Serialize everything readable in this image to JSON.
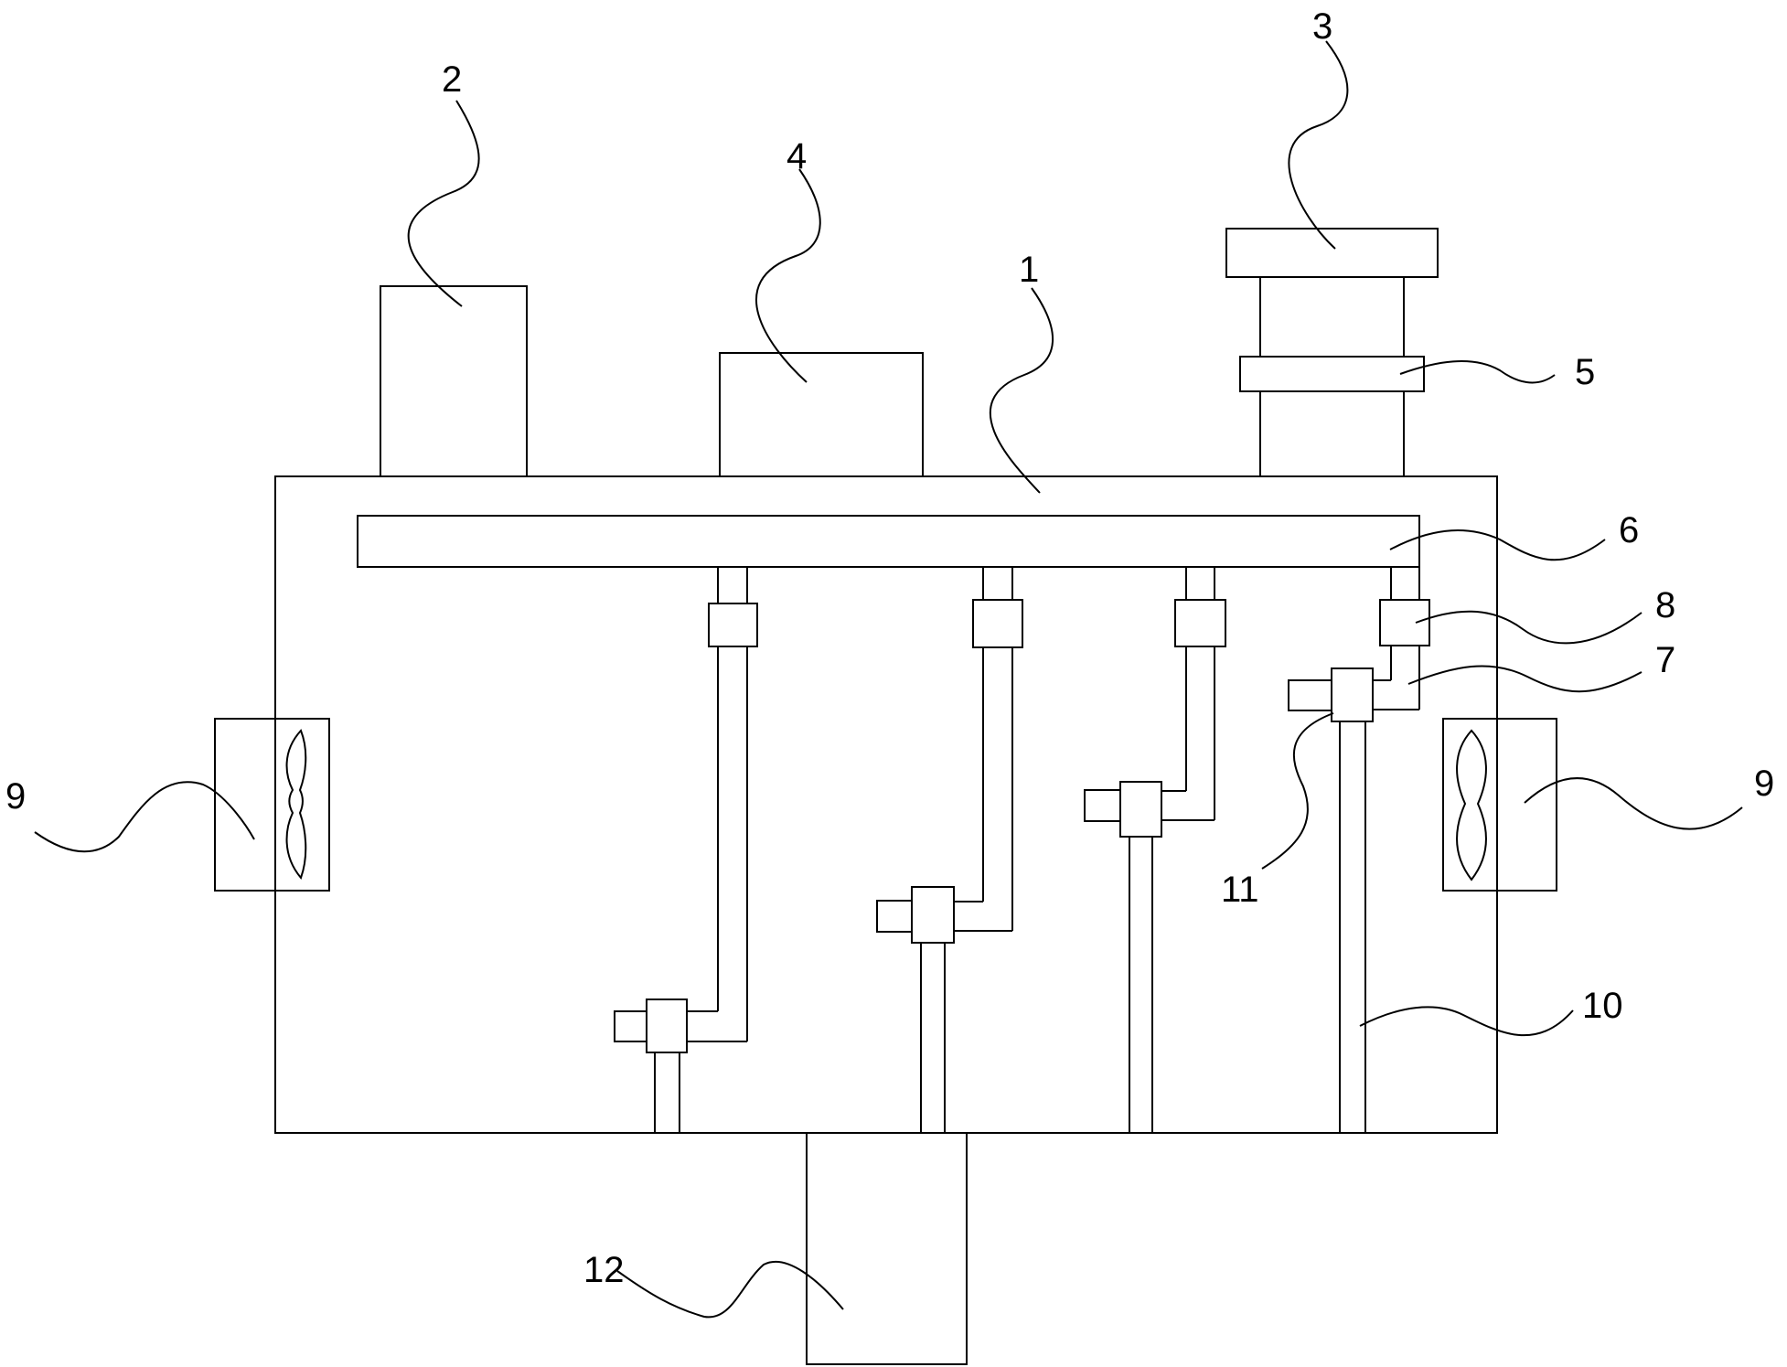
{
  "labels": {
    "housing": "1",
    "box_left": "2",
    "box_top_right": "3",
    "box_middle": "4",
    "ring": "5",
    "manifold": "6",
    "elbow_pipe": "7",
    "connector": "8",
    "fan_left": "9",
    "fan_right": "9",
    "vertical_pipe": "10",
    "valve": "11",
    "collector": "12"
  },
  "colors": {
    "line": "#000000",
    "background": "#ffffff"
  }
}
